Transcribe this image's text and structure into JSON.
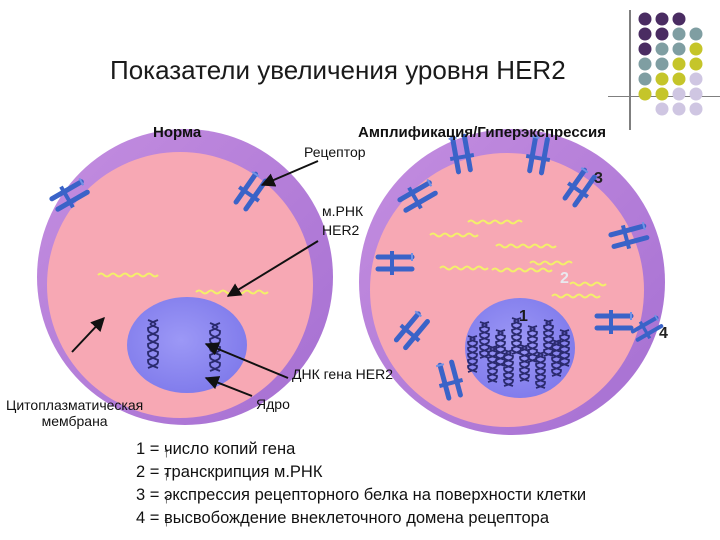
{
  "title": "Показатели увеличения уровня HER2",
  "labels": {
    "normal": "Норма",
    "amplification": "Амплификация/Гиперэкспрессия",
    "receptor": "Рецептор",
    "mrna": "м.РНК",
    "her2": "HER2",
    "dna_gene": "ДНК гена HER2",
    "nucleus": "Ядро",
    "membrane_line1": "Цитоплазматическая",
    "membrane_line2": "мембрана"
  },
  "markers": {
    "m1": "1",
    "m2": "2",
    "m3": "3",
    "m4": "4"
  },
  "legend": [
    {
      "num": "1 = ",
      "text": "число копий гена"
    },
    {
      "num": "2 = ",
      "text": "транскрипция м.РНК"
    },
    {
      "num": "3 = ",
      "text": "экспрессия рецепторного белка на поверхности клетки"
    },
    {
      "num": "4 = ",
      "text": "высвобождение внеклеточного домена рецептора"
    }
  ],
  "colors": {
    "membrane": "#b77fd9",
    "cytoplasm": "#f7a8b4",
    "nucleus": "#8c88f2",
    "receptor": "#3a63c8",
    "mrna": "#f3f06a",
    "dna": "#2a2a6e",
    "dot_purple": "#4a2c62",
    "dot_teal": "#7f9ea2",
    "dot_yellow": "#c5c52a",
    "dot_lavender": "#cfc6e2"
  }
}
